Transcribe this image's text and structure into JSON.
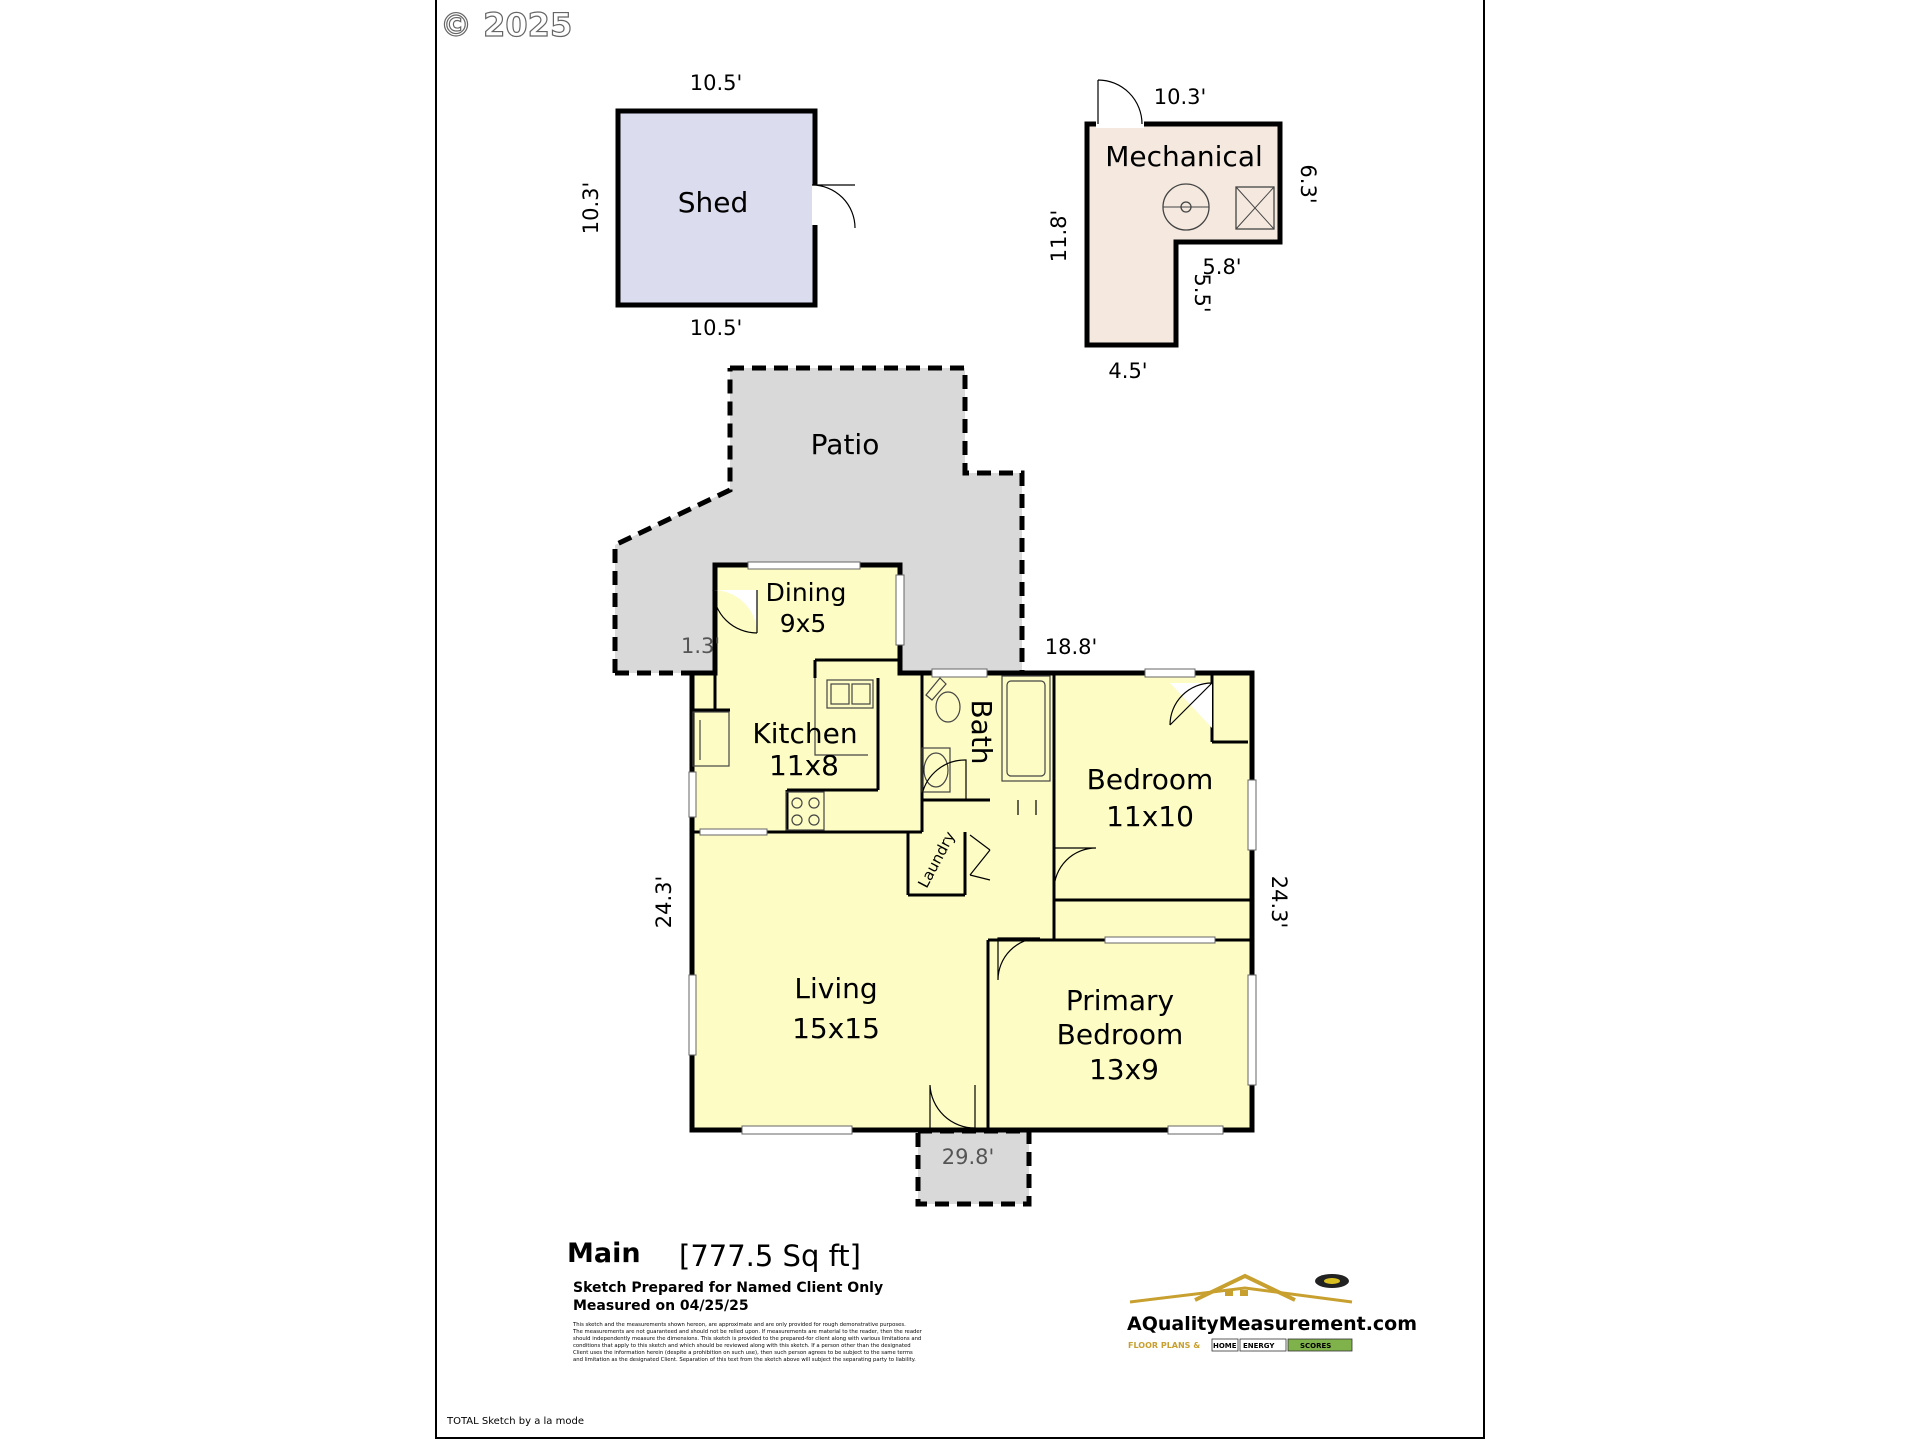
{
  "copyright": "© 2025",
  "rooms": {
    "shed": "Shed",
    "mechanical": "Mechanical",
    "patio": "Patio",
    "dining_name": "Dining",
    "dining_size": "9x5",
    "kitchen_name": "Kitchen",
    "kitchen_size": "11x8",
    "bath": "Bath",
    "bedroom_name": "Bedroom",
    "bedroom_size": "11x10",
    "laundry": "Laundry",
    "living_name": "Living",
    "living_size": "15x15",
    "primary_line1": "Primary",
    "primary_line2": "Bedroom",
    "primary_size": "13x9"
  },
  "dimensions": {
    "shed_top": "10.5'",
    "shed_bottom": "10.5'",
    "shed_left": "10.3'",
    "mech_top": "10.3'",
    "mech_right": "6.3'",
    "mech_left": "11.8'",
    "mech_inner_h": "5.8'",
    "mech_inner_v": "5.5'",
    "mech_bottom": "4.5'",
    "dining_offset": "1.3'",
    "main_top": "18.8'",
    "main_left": "24.3'",
    "main_right": "24.3'",
    "main_bottom": "29.8'"
  },
  "summary": {
    "level": "Main",
    "area": "[777.5 Sq ft]",
    "prepared": "Sketch Prepared for Named Client Only",
    "measured": "Measured on 04/25/25",
    "disclaimer": [
      "This sketch and the measurements shown hereon, are approximate and are only provided for rough demonstrative purposes.",
      "The measurements are not guaranteed and should not be relied upon.  If measurements are material to the reader, then the reader",
      "should independently measure the dimensions.  This sketch is provided to the prepared-for client along with various limitations and",
      "conditions that apply to this sketch and which should be reviewed along with this sketch.  If a person other than the designated",
      "Client uses the information herein (despite a prohibition on such use), then such person agrees to be subject to the same terms",
      "and limitation as the designated Client.  Separation of this text from the sketch above will subject the separating party to liability."
    ],
    "footer": "TOTAL Sketch by a la mode"
  },
  "logo": {
    "url": "AQualityMeasurement.com",
    "floor_plans": "FLOOR PLANS &",
    "home": "HOME",
    "energy": "ENERGY",
    "scores": "SCORES"
  },
  "colors": {
    "room_fill": "#fdfcc4",
    "shed_fill": "#dcdcef",
    "mechanical_fill": "#f4e8df",
    "patio_fill": "#d9d9d9",
    "wall": "#000000"
  }
}
